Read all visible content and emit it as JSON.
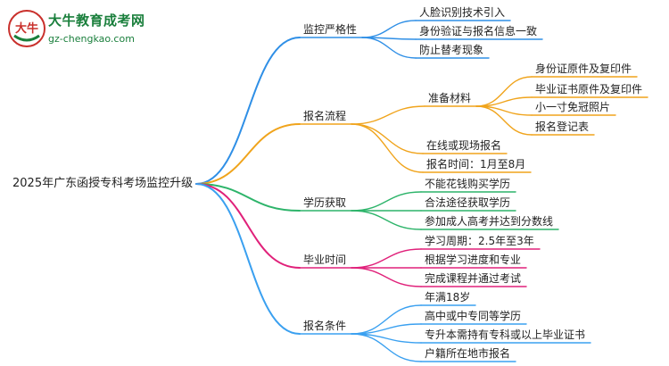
{
  "brand": {
    "title": "大牛教育成考网",
    "url": "gz-chengkao.com",
    "logo_glyphs": "大牛"
  },
  "root": "2025年广东函授专科考场监控升级",
  "branches": [
    {
      "label": "监控严格性",
      "color": "#2f8fe6",
      "children": [
        "人脸识别技术引入",
        "身份验证与报名信息一致",
        "防止替考现象"
      ]
    },
    {
      "label": "报名流程",
      "color": "#f0a41c",
      "sub": {
        "label": "准备材料",
        "children": [
          "身份证原件及复印件",
          "毕业证书原件及复印件",
          "小一寸免冠照片",
          "报名登记表"
        ]
      },
      "children": [
        "在线或现场报名",
        "报名时间：1月至8月"
      ]
    },
    {
      "label": "学历获取",
      "color": "#2db46a",
      "children": [
        "不能花钱购买学历",
        "合法途径获取学历",
        "参加成人高考并达到分数线"
      ]
    },
    {
      "label": "毕业时间",
      "color": "#e0217a",
      "children": [
        "学习周期：2.5年至3年",
        "根据学习进度和专业",
        "完成课程并通过考试"
      ]
    },
    {
      "label": "报名条件",
      "color": "#3aa0f0",
      "children": [
        "年满18岁",
        "高中或中专同等学历",
        "专升本需持有专科或以上毕业证书",
        "户籍所在地市报名"
      ]
    }
  ]
}
